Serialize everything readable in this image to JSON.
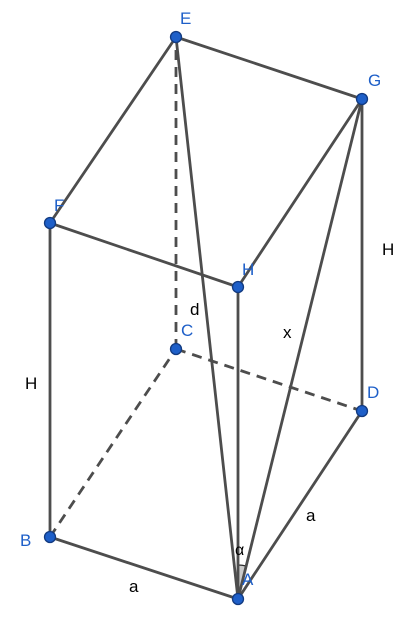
{
  "figure": {
    "vertices": [
      {
        "id": "A",
        "label": "A"
      },
      {
        "id": "B",
        "label": "B"
      },
      {
        "id": "C",
        "label": "C"
      },
      {
        "id": "D",
        "label": "D"
      },
      {
        "id": "E",
        "label": "E"
      },
      {
        "id": "F",
        "label": "F"
      },
      {
        "id": "G",
        "label": "G"
      },
      {
        "id": "H",
        "label": "H"
      }
    ],
    "edges": [
      {
        "from": "A",
        "to": "B",
        "style": "solid"
      },
      {
        "from": "A",
        "to": "D",
        "style": "solid"
      },
      {
        "from": "A",
        "to": "H",
        "style": "solid"
      },
      {
        "from": "B",
        "to": "F",
        "style": "solid"
      },
      {
        "from": "D",
        "to": "G",
        "style": "solid"
      },
      {
        "from": "F",
        "to": "E",
        "style": "solid"
      },
      {
        "from": "E",
        "to": "G",
        "style": "solid"
      },
      {
        "from": "G",
        "to": "H",
        "style": "solid"
      },
      {
        "from": "H",
        "to": "F",
        "style": "solid"
      },
      {
        "from": "A",
        "to": "E",
        "style": "solid"
      },
      {
        "from": "A",
        "to": "G",
        "style": "solid"
      },
      {
        "from": "B",
        "to": "C",
        "style": "dashed"
      },
      {
        "from": "C",
        "to": "D",
        "style": "dashed"
      },
      {
        "from": "C",
        "to": "E",
        "style": "dashed"
      }
    ],
    "measure_labels": {
      "edge_ab": "a",
      "edge_ad": "a",
      "edge_bf": "H",
      "edge_dg": "H",
      "diagonal_ae": "d",
      "diagonal_ag": "x",
      "angle": "α"
    }
  }
}
